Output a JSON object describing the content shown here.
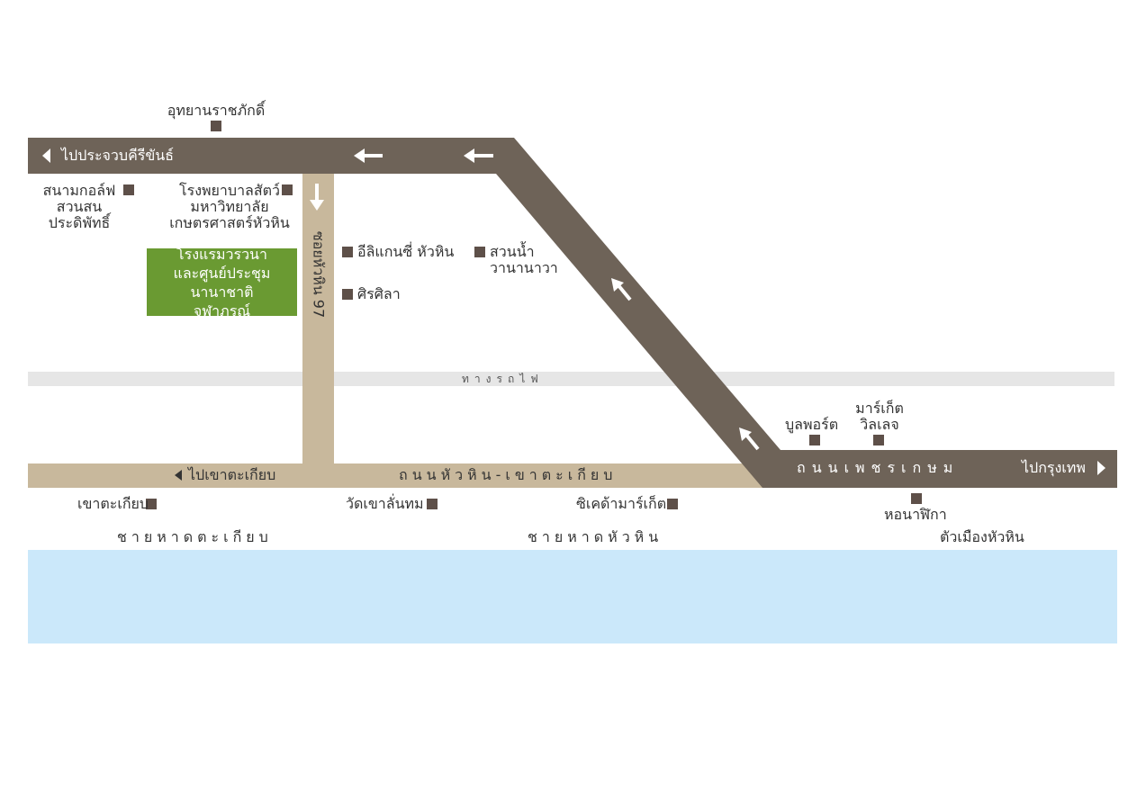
{
  "colors": {
    "main_road": "#6e6358",
    "secondary_road": "#c8b89c",
    "railway": "#e6e6e6",
    "sea": "#cbe8fa",
    "hotel": "#6a9a32",
    "marker": "#5e5049",
    "arrow": "#ffffff"
  },
  "roads": {
    "to_prachuap": "ไปประจวบคีรีขันธ์",
    "to_bangkok": "ไปกรุงเทพ",
    "phetkasem": "ถนนเพชรเกษม",
    "to_khao_takiap": "ไปเขาตะเกียบ",
    "huahin_khaotakiap": "ถนนหัวหิน-เขาตะเกียบ",
    "soi_huahin_97": "ซอยหัวหิน 97",
    "railway": "ทางรถไฟ"
  },
  "hotel": {
    "line1": "โรงแรมวรวนา",
    "line2": "และศูนย์ประชุมนานาชาติ",
    "line3": "จุฬาภรณ์"
  },
  "landmarks": {
    "rajabhakti": "อุทยานราชภักดิ์",
    "golf_line1": "สนามกอล์ฟ",
    "golf_line2": "สวนสน",
    "golf_line3": "ประดิพัทธิ์",
    "vet_line1": "โรงพยาบาลสัตว์",
    "vet_line2": "มหาวิทยาลัย",
    "vet_line3": "เกษตรศาสตร์หัวหิน",
    "elegance": "อีลิแกนซี่ หัวหิน",
    "sirasila": "ศิรศิลา",
    "vana_line1": "สวนน้ำ",
    "vana_line2": "วานานาวา",
    "bluport": "บูลพอร์ต",
    "market_line1": "มาร์เก็ต",
    "market_line2": "วิลเลจ",
    "khao_takiap": "เขาตะเกียบ",
    "wat_khao_lan_tom": "วัดเขาลั่นทม",
    "cicada": "ซิเคด้ามาร์เก็ต",
    "clock_tower": "หอนาฬิกา"
  },
  "beaches": {
    "takiap_beach": "ชายหาดตะเกียบ",
    "huahin_beach": "ชายหาดหัวหิน",
    "town": "ตัวเมืองหัวหิน"
  }
}
